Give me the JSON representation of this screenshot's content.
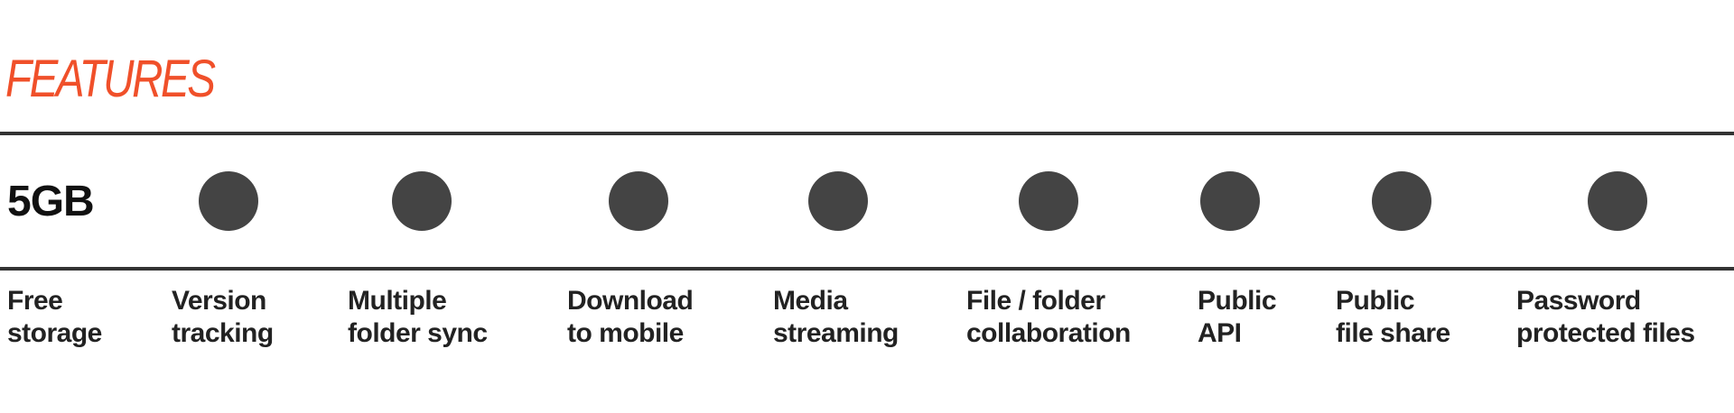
{
  "header": {
    "title": "FEATURES",
    "title_color": "#f0502a"
  },
  "free_storage": {
    "value": "5GB",
    "label_line1": "Free",
    "label_line2": "storage"
  },
  "features": [
    {
      "line1": "Version",
      "line2": "tracking",
      "included": true,
      "icon": "filled-circle"
    },
    {
      "line1": "Multiple",
      "line2": "folder sync",
      "included": true,
      "icon": "filled-circle"
    },
    {
      "line1": "Download",
      "line2": "to mobile",
      "included": true,
      "icon": "filled-circle"
    },
    {
      "line1": "Media",
      "line2": "streaming",
      "included": true,
      "icon": "filled-circle"
    },
    {
      "line1": "File / folder",
      "line2": "collaboration",
      "included": true,
      "icon": "filled-circle"
    },
    {
      "line1": "Public",
      "line2": "API",
      "included": true,
      "icon": "filled-circle"
    },
    {
      "line1": "Public",
      "line2": "file share",
      "included": true,
      "icon": "filled-circle"
    },
    {
      "line1": "Password",
      "line2": "protected files",
      "included": true,
      "icon": "filled-circle"
    }
  ],
  "colors": {
    "dot": "#444444",
    "rule": "#333333",
    "text": "#222222"
  }
}
